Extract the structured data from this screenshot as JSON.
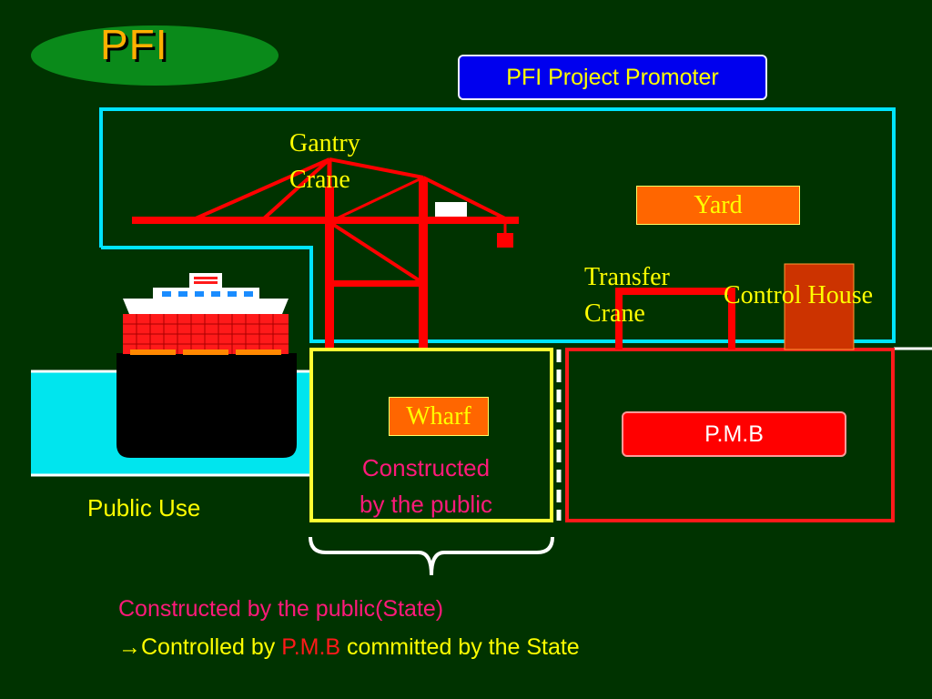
{
  "title": "PFI",
  "promoter": "PFI Project Promoter",
  "labels": {
    "gantry_crane": [
      "Gantry",
      "Crane"
    ],
    "yard": "Yard",
    "transfer_crane": [
      "Transfer",
      "Crane"
    ],
    "control_house": "Control House",
    "wharf": "Wharf",
    "pmb": "P.M.B",
    "constructed_public": [
      "Constructed",
      "by the public"
    ],
    "public_use": "Public Use"
  },
  "bottom": {
    "line1": "Constructed by the public(State)",
    "line2_prefix": "→Controlled by ",
    "line2_highlight": "P.M.B",
    "line2_suffix": " committed by the State"
  },
  "colors": {
    "background": "#003300",
    "title_oval": "#0a8a1a",
    "title_text": "#ffb000",
    "promoter_fill": "#0000ee",
    "label_yellow": "#ffff00",
    "label_box_fill": "#ff6600",
    "pmb_fill": "#ff0000",
    "outline_cyan": "#00e5ff",
    "outline_yellow": "#ffff33",
    "outline_red": "#ff1a1a",
    "crane_red": "#ff0000",
    "pink_text": "#ff1a7a",
    "control_house_fill": "#cc3300"
  }
}
